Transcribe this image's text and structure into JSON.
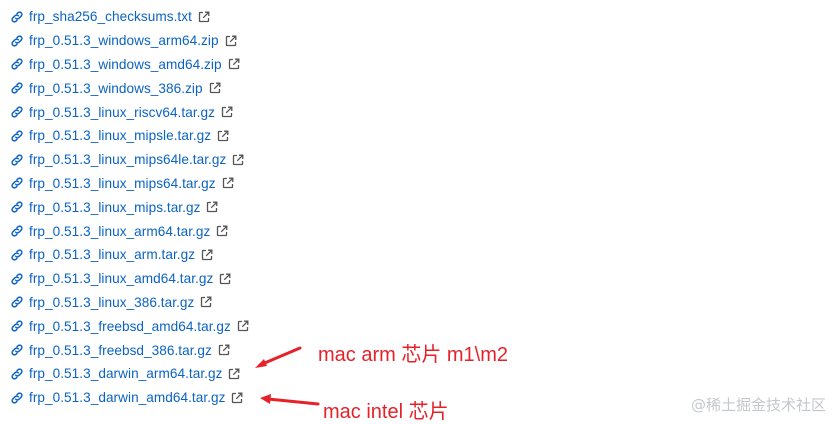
{
  "files": [
    {
      "name": "frp_sha256_checksums.txt"
    },
    {
      "name": "frp_0.51.3_windows_arm64.zip"
    },
    {
      "name": "frp_0.51.3_windows_amd64.zip"
    },
    {
      "name": "frp_0.51.3_windows_386.zip"
    },
    {
      "name": "frp_0.51.3_linux_riscv64.tar.gz"
    },
    {
      "name": "frp_0.51.3_linux_mipsle.tar.gz"
    },
    {
      "name": "frp_0.51.3_linux_mips64le.tar.gz"
    },
    {
      "name": "frp_0.51.3_linux_mips64.tar.gz"
    },
    {
      "name": "frp_0.51.3_linux_mips.tar.gz"
    },
    {
      "name": "frp_0.51.3_linux_arm64.tar.gz"
    },
    {
      "name": "frp_0.51.3_linux_arm.tar.gz"
    },
    {
      "name": "frp_0.51.3_linux_amd64.tar.gz"
    },
    {
      "name": "frp_0.51.3_linux_386.tar.gz"
    },
    {
      "name": "frp_0.51.3_freebsd_amd64.tar.gz"
    },
    {
      "name": "frp_0.51.3_freebsd_386.tar.gz"
    },
    {
      "name": "frp_0.51.3_darwin_arm64.tar.gz"
    },
    {
      "name": "frp_0.51.3_darwin_amd64.tar.gz"
    }
  ],
  "icons": {
    "link": "link-icon",
    "external": "external-link-icon"
  },
  "colors": {
    "link": "#0b63c4",
    "annotation": "#e5222a",
    "watermark": "#c4c7cc"
  },
  "annotations": {
    "arm": "mac arm 芯片 m1\\m2",
    "intel": "mac intel 芯片"
  },
  "watermark": "@稀土掘金技术社区"
}
